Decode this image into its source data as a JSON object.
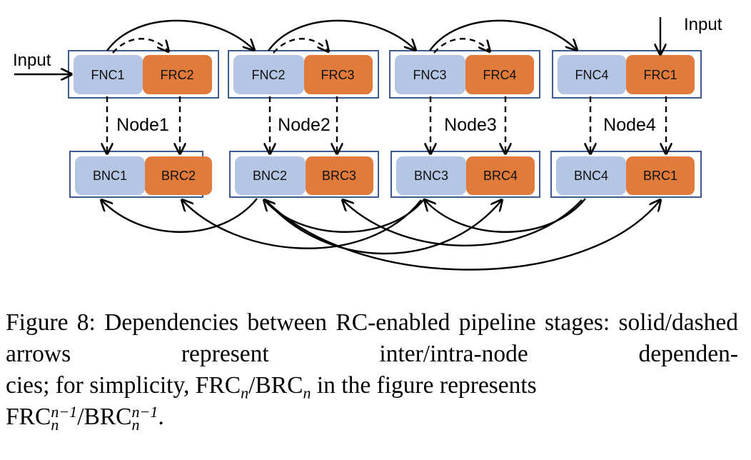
{
  "diagram": {
    "input_left_label": "Input",
    "input_right_label": "Input",
    "nodes": [
      {
        "name": "Node1",
        "forward": {
          "left": "FNC1",
          "right": "FRC2"
        },
        "backward": {
          "left": "BNC1",
          "right": "BRC2"
        }
      },
      {
        "name": "Node2",
        "forward": {
          "left": "FNC2",
          "right": "FRC3"
        },
        "backward": {
          "left": "BNC2",
          "right": "BRC3"
        }
      },
      {
        "name": "Node3",
        "forward": {
          "left": "FNC3",
          "right": "FRC4"
        },
        "backward": {
          "left": "BNC3",
          "right": "BRC4"
        }
      },
      {
        "name": "Node4",
        "forward": {
          "left": "FNC4",
          "right": "FRC1"
        },
        "backward": {
          "left": "BNC4",
          "right": "BRC1"
        }
      }
    ],
    "colors": {
      "nc_fill": "#b4c6e4",
      "rc_fill": "#e07b3c",
      "frame_stroke": "#3d5a8c",
      "arrow": "#000000"
    }
  },
  "caption": {
    "line_a": "Figure 8: Dependencies between RC-enabled pipeline stages: solid/dashed arrows represent inter/intra-node dependen-",
    "lead": "cies; for simplicity, FRC",
    "sub_1": "n",
    "mid": "/BRC",
    "sub_2": "n",
    "tail": " in the figure represents",
    "frc_base": "FRC",
    "sup_1": "n−1",
    "sub_3": "n",
    "slash_brc": "/BRC",
    "sup_2": "n−1",
    "sub_4": "n",
    "end": "."
  }
}
